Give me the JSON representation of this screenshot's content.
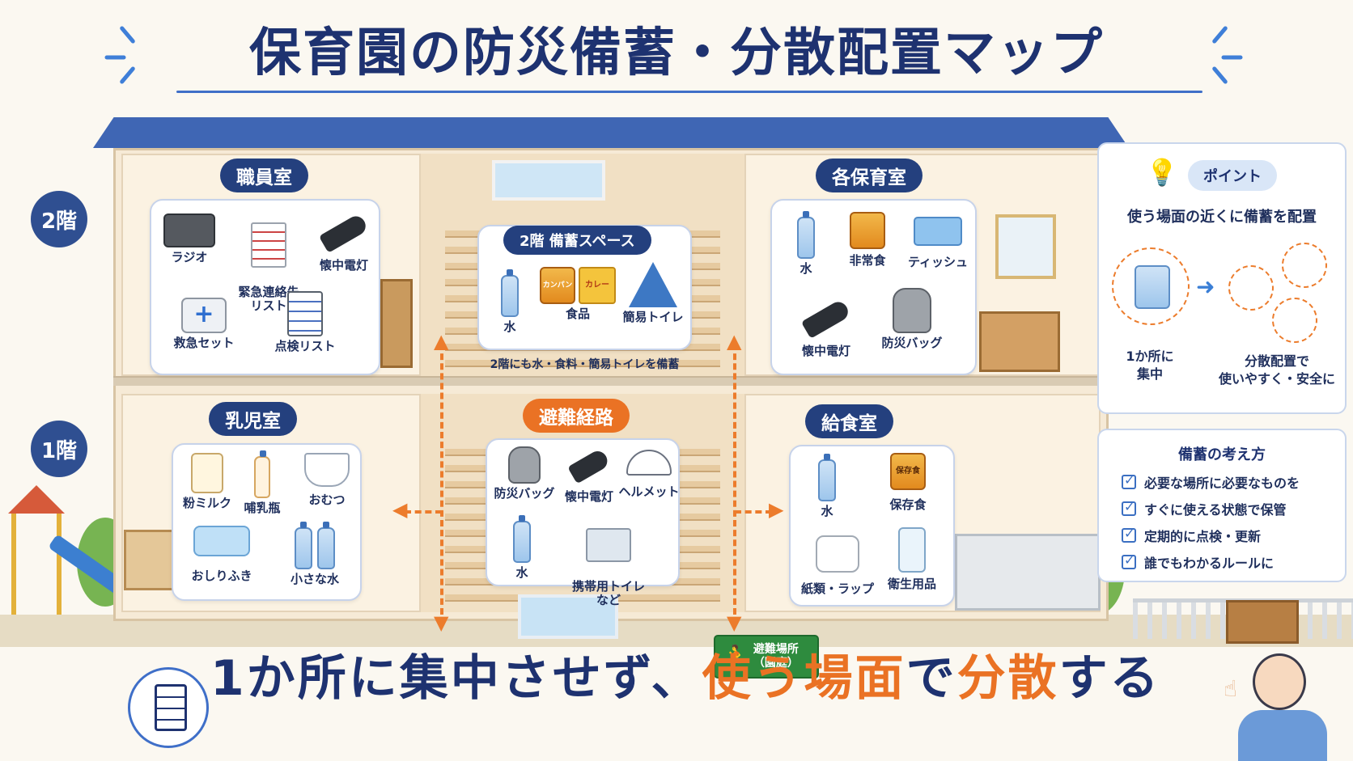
{
  "title": "保育園の防災備蓄・分散配置マップ",
  "floors": {
    "second": "2階",
    "first": "1階"
  },
  "rooms": {
    "staff_room": {
      "label": "職員室",
      "items": [
        "ラジオ",
        "緊急連絡先\nリスト",
        "懐中電灯",
        "救急セット",
        "点検リスト"
      ]
    },
    "second_floor_storage": {
      "label": "2階 備蓄スペース",
      "items": [
        "水",
        "食品",
        "簡易トイレ"
      ],
      "note": "2階にも水・食料・簡易トイレを備蓄",
      "can_text": "カンパン",
      "box_text": "カレー"
    },
    "classrooms": {
      "label": "各保育室",
      "items": [
        "水",
        "非常食",
        "ティッシュ",
        "懐中電灯",
        "防災バッグ"
      ]
    },
    "infant_room": {
      "label": "乳児室",
      "items": [
        "粉ミルク",
        "哺乳瓶",
        "おむつ",
        "おしりふき",
        "小さな水"
      ]
    },
    "evacuation_route": {
      "label": "避難経路",
      "items": [
        "防災バッグ",
        "懐中電灯",
        "ヘルメット",
        "水",
        "携帯用トイレ\nなど"
      ]
    },
    "kitchen": {
      "label": "給食室",
      "items": [
        "水",
        "保存食",
        "紙類・ラップ",
        "衛生用品"
      ],
      "can_text": "保存食"
    }
  },
  "evacuation_site": "避難場所\n（園庭）",
  "point_panel": {
    "badge": "ポイント",
    "heading": "使う場面の近くに備蓄を配置",
    "left_caption": "1か所に\n集中",
    "right_caption": "分散配置で\n使いやすく・安全に"
  },
  "principles": {
    "heading": "備蓄の考え方",
    "items": [
      "必要な場所に必要なものを",
      "すぐに使える状態で保管",
      "定期的に点検・更新",
      "誰でもわかるルールに"
    ]
  },
  "slogan": {
    "part1": "1か所に集中させず、",
    "part2": "使う場面",
    "part3": "で",
    "part4": "分散",
    "part5": "する"
  },
  "colors": {
    "navy": "#1e3270",
    "accent_orange": "#ea7224",
    "roof_blue": "#3f66b4",
    "exit_green": "#2e8b3e"
  },
  "icons": [
    "radio-icon",
    "list-icon",
    "flashlight-icon",
    "first-aid-kit-icon",
    "clipboard-icon",
    "water-bottle-icon",
    "cracker-can-icon",
    "curry-box-icon",
    "toilet-tent-icon",
    "canned-food-icon",
    "tissue-icon",
    "backpack-icon",
    "helmet-icon",
    "portable-toilet-icon",
    "formula-milk-icon",
    "baby-bottle-icon",
    "diaper-icon",
    "wipes-icon",
    "paper-roll-icon",
    "sanitizer-icon",
    "lightbulb-icon",
    "checkbox-icon",
    "exit-sign-icon"
  ]
}
